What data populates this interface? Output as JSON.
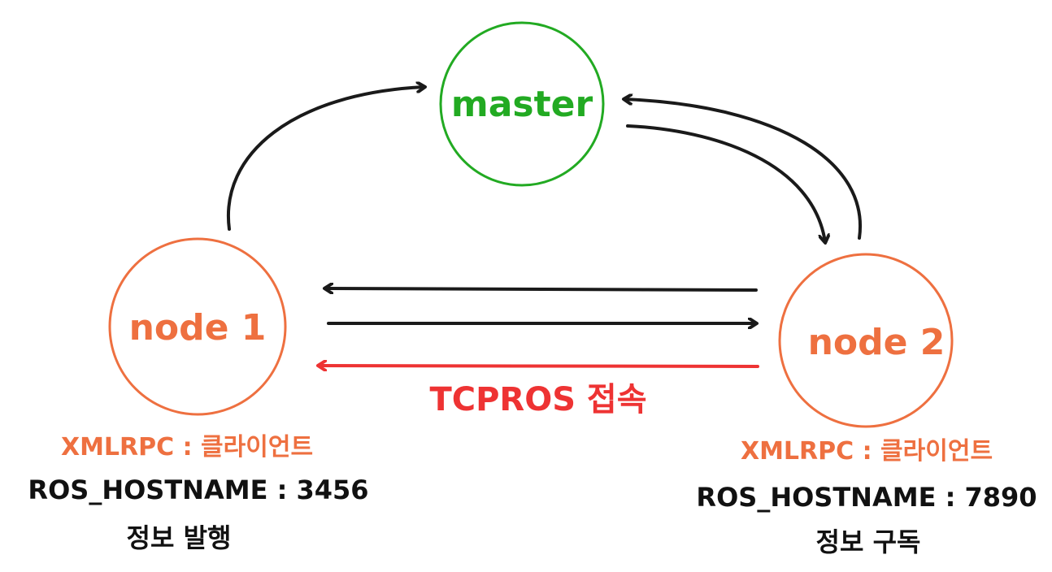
{
  "colors": {
    "master": "#22aa22",
    "node": "#ee7040",
    "arrow": "#1a1a1a",
    "tcp_arrow": "#ee3333",
    "caption_dark": "#111111"
  },
  "master": {
    "label": "master"
  },
  "node1": {
    "label": "node 1",
    "role": "XMLRPC : 클라이언트",
    "hostname": "ROS_HOSTNAME : 3456",
    "action": "정보 발행"
  },
  "node2": {
    "label": "node 2",
    "role": "XMLRPC : 클라이언트",
    "hostname": "ROS_HOSTNAME : 7890",
    "action": "정보 구독"
  },
  "connection": {
    "label": "TCPROS 접속"
  }
}
